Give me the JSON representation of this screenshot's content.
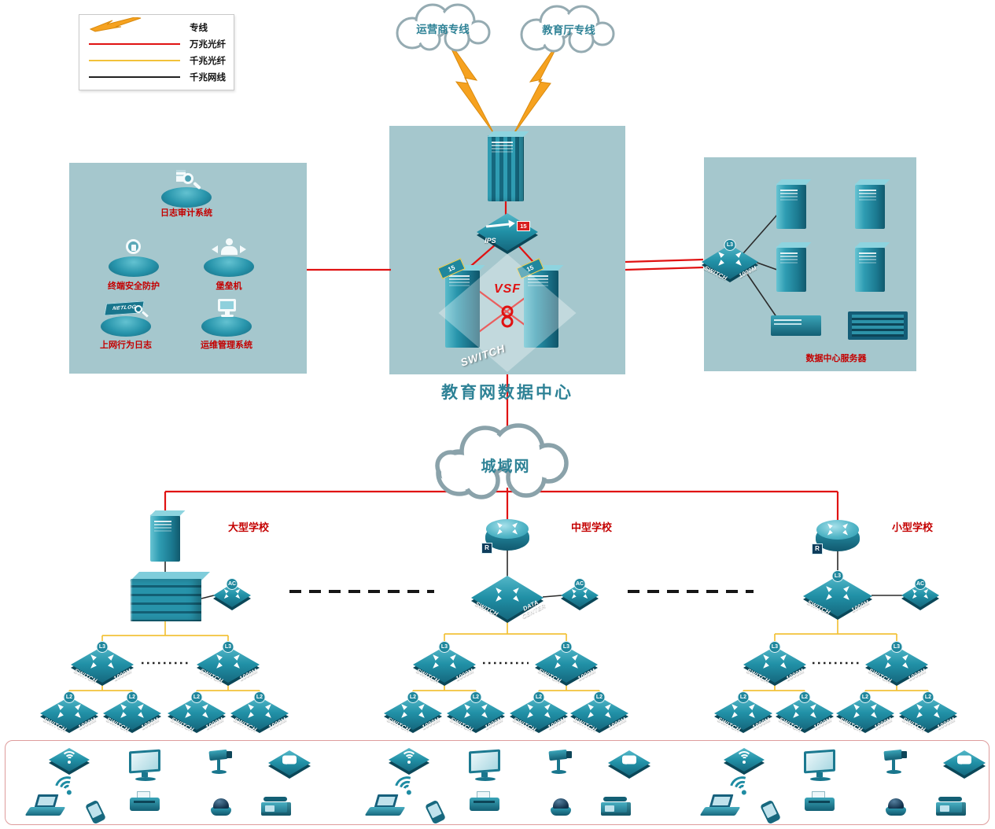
{
  "colors": {
    "trunk_red": "#e01212",
    "fiber_yellow": "#f2c23a",
    "copper_black": "#2a2a2a",
    "zone_bg": "#a5c7cd",
    "label_red": "#c40000",
    "title_teal": "#2e8296",
    "bolt_orange": "#f6a21f"
  },
  "legend": {
    "items": [
      {
        "label": "专线",
        "color": "#f6a21f"
      },
      {
        "label": "万兆光纤",
        "color": "#e01212"
      },
      {
        "label": "千兆光纤",
        "color": "#f2c23a"
      },
      {
        "label": "千兆网线",
        "color": "#222222"
      }
    ]
  },
  "clouds": {
    "carrier": "运营商专线",
    "education": "教育厅专线",
    "man": "城域网"
  },
  "data_center": {
    "title": "教育网数据中心",
    "ips_label": "IPS",
    "ips_display": "15",
    "vsf_label": "VSF",
    "switch_label": "SWITCH",
    "server_cap": "15"
  },
  "security_zone": {
    "items": [
      {
        "label": "日志审计系统"
      },
      {
        "label": "终端安全防护"
      },
      {
        "label": "堡垒机"
      },
      {
        "label": "上网行为日志",
        "icon_text": "NETLOG"
      },
      {
        "label": "运维管理系统"
      }
    ]
  },
  "server_zone": {
    "caption": "数据中心服务器",
    "switch": {
      "badge": "L3",
      "left": "SWITCH",
      "right": "1000M"
    }
  },
  "schools": [
    {
      "name": "大型学校",
      "ac": "AC"
    },
    {
      "name": "中型学校",
      "router_badge": "R",
      "core": {
        "left": "SWITCH",
        "right": "DATA CENTER"
      },
      "ac": "AC"
    },
    {
      "name": "小型学校",
      "router_badge": "R",
      "core": {
        "badge": "L3",
        "left": "SWITCH",
        "right": "1000M"
      },
      "ac": "AC"
    }
  ],
  "switch_text": {
    "l3": "L3",
    "l2": "L2",
    "left": "SWITCH",
    "right": "1000M"
  }
}
